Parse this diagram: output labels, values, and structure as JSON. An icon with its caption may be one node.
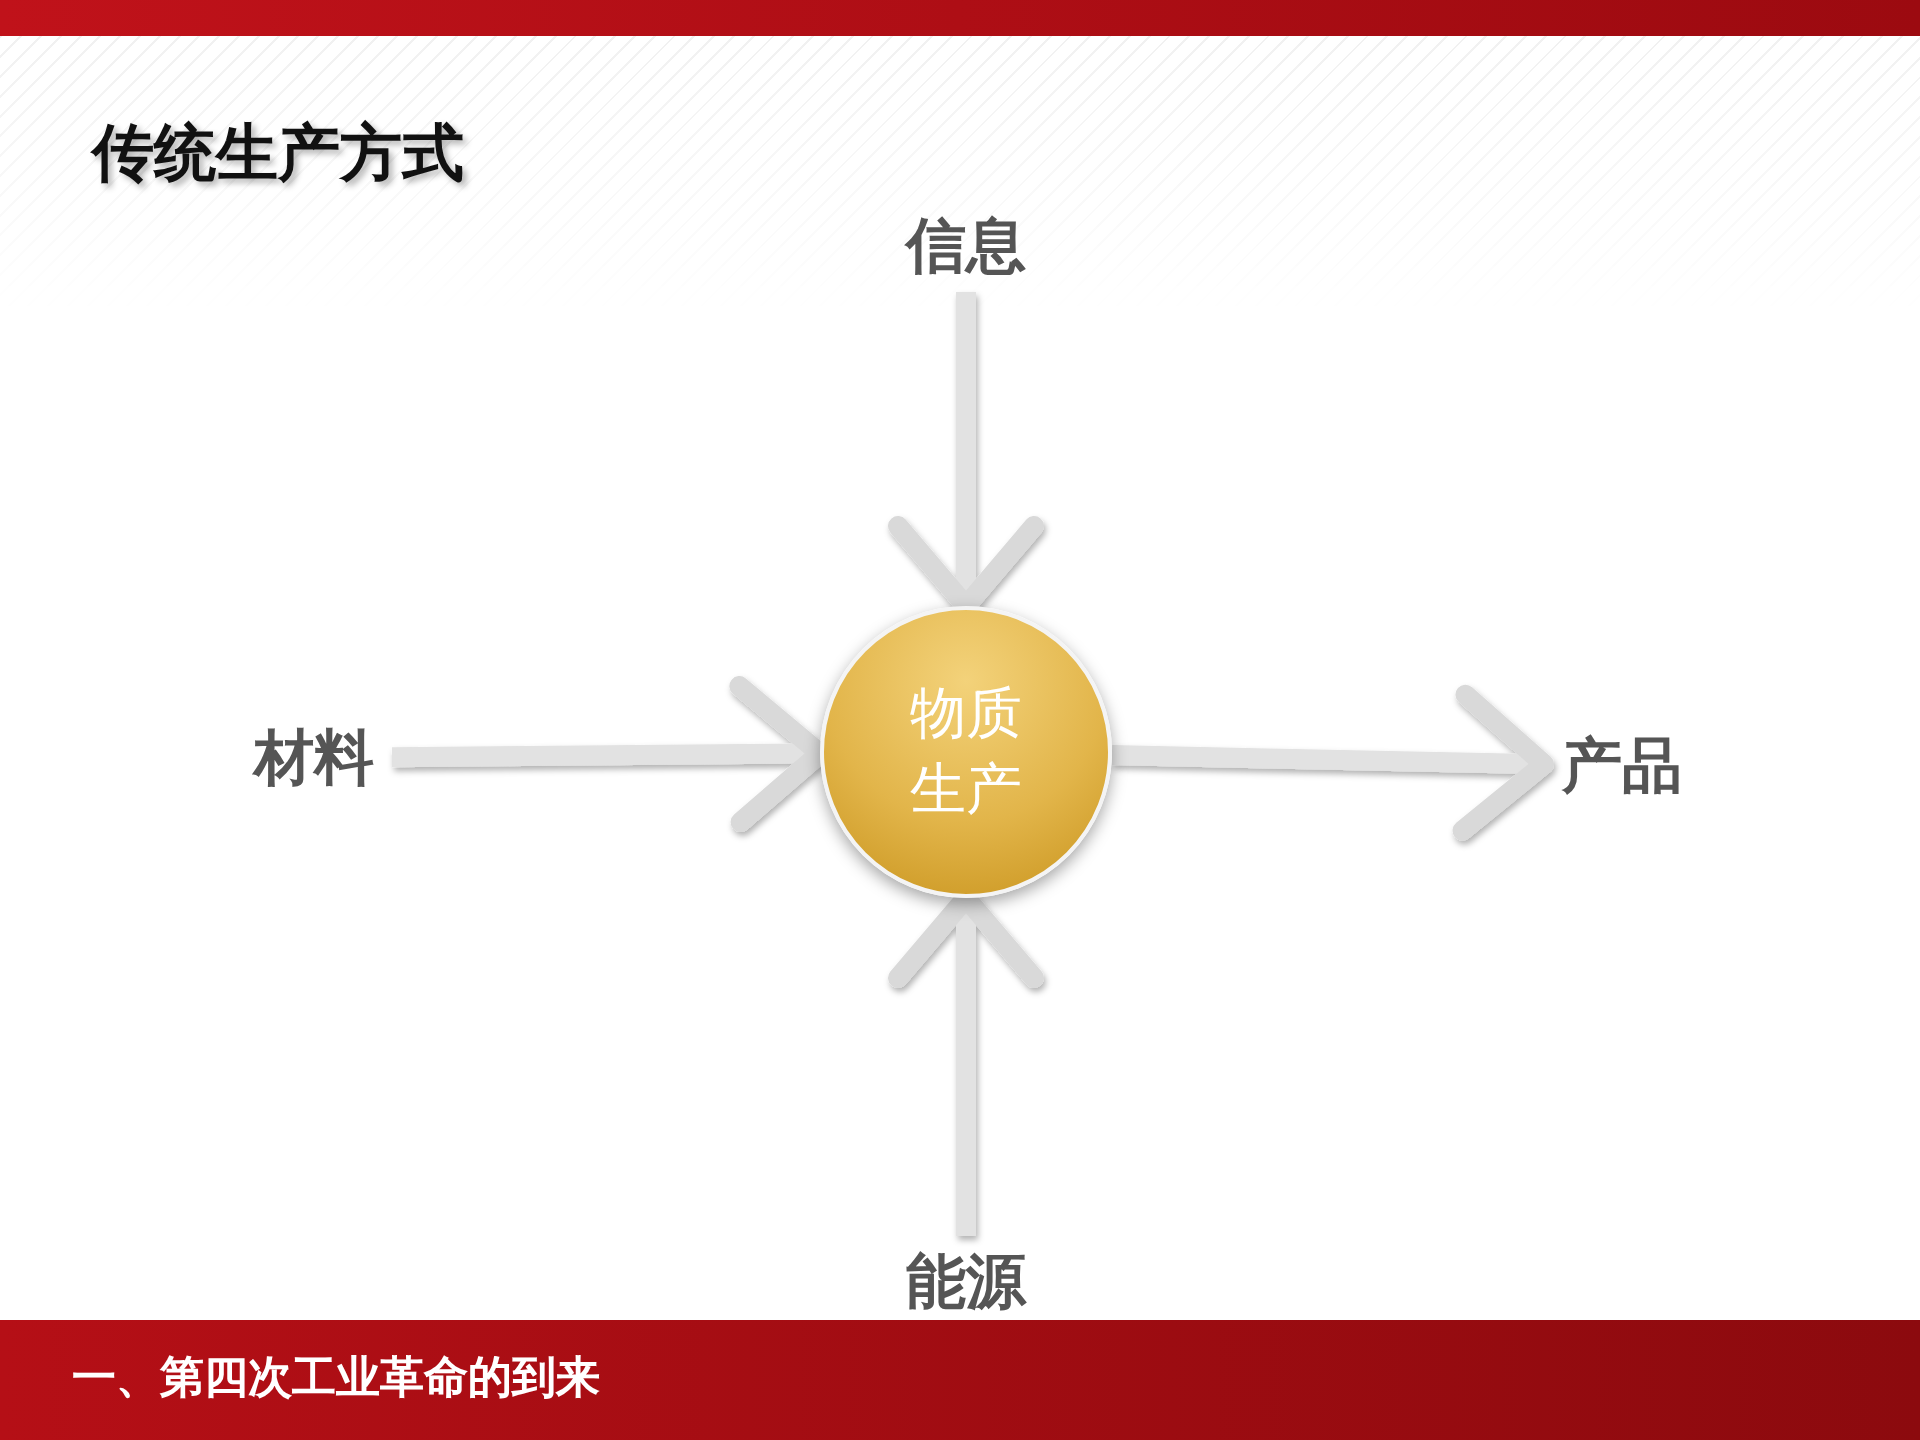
{
  "diagram": {
    "title": "传统生产方式",
    "caption": "一、第四次工业革命的到来",
    "nodes": [
      {
        "text": [
          "物质生产"
        ]
      },
      {
        "text": [
          "信息"
        ]
      },
      {
        "text": [
          "材料"
        ]
      },
      {
        "text": [
          "产品"
        ]
      },
      {
        "text": [
          "能源"
        ]
      }
    ],
    "edges": [
      {
        "from": 1,
        "to": 0,
        "arrow": "to"
      },
      {
        "from": 2,
        "to": 0,
        "arrow": "to"
      },
      {
        "from": 0,
        "to": 3,
        "arrow": "to"
      },
      {
        "from": 4,
        "to": 0,
        "arrow": "to"
      }
    ]
  }
}
